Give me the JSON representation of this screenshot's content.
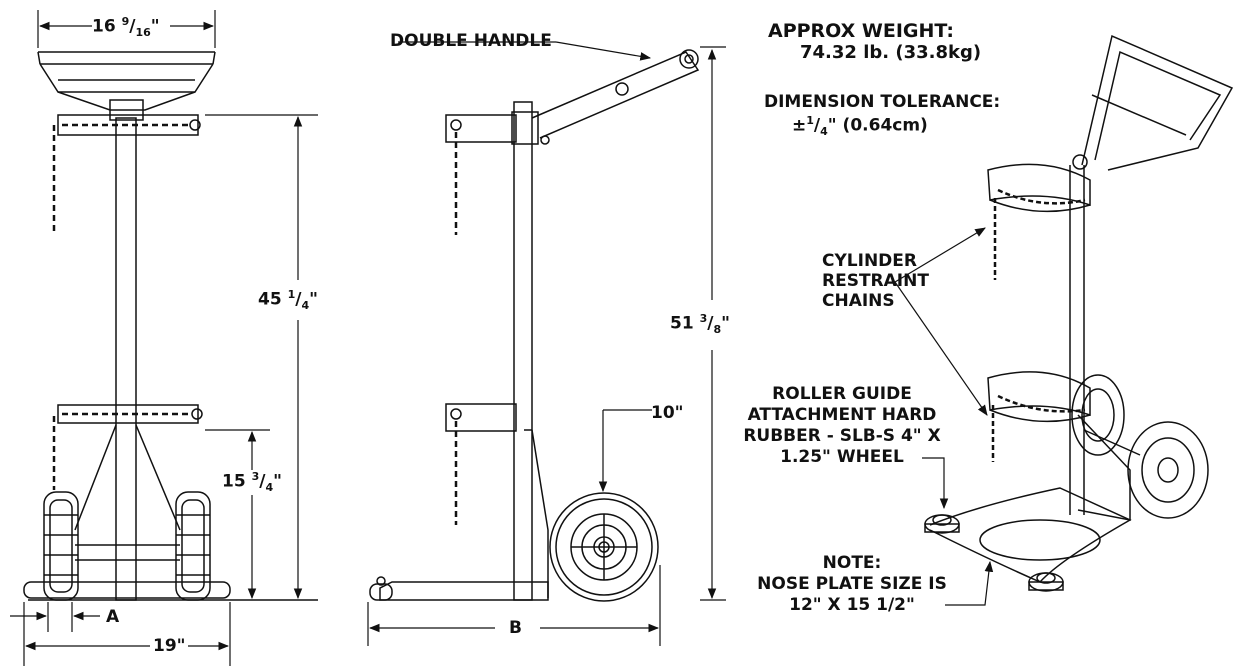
{
  "dimensions": {
    "top_width_whole": "16",
    "top_width_num": "9",
    "top_width_den": "16",
    "overall_height_front_whole": "45",
    "overall_height_front_num": "1",
    "overall_height_front_den": "4",
    "lower_chain_height_whole": "15",
    "lower_chain_height_num": "3",
    "lower_chain_height_den": "4",
    "base_width": "19\"",
    "offset_a": "A",
    "overall_height_side_whole": "51",
    "overall_height_side_num": "3",
    "overall_height_side_den": "8",
    "wheel_diameter": "10\"",
    "base_depth": "B",
    "inch_mark": "\""
  },
  "specs": {
    "weight_label": "APPROX WEIGHT:",
    "weight_value": "74.32 lb.  (33.8kg)",
    "tolerance_label": "DIMENSION TOLERANCE:",
    "tolerance_value_pre": "±",
    "tolerance_num": "1",
    "tolerance_den": "4",
    "tolerance_value_post": "\"  (0.64cm)"
  },
  "callouts": {
    "double_handle": "DOUBLE HANDLE",
    "chains_line1": "CYLINDER",
    "chains_line2": "RESTRAINT",
    "chains_line3": "CHAINS",
    "roller_line1": "ROLLER GUIDE",
    "roller_line2": "ATTACHMENT HARD",
    "roller_line3": "RUBBER - SLB-S 4\" X",
    "roller_line4": "1.25\" WHEEL",
    "note_line1": "NOTE:",
    "note_line2": "NOSE PLATE SIZE IS",
    "note_line3": "12\" X 15 1/2\""
  }
}
